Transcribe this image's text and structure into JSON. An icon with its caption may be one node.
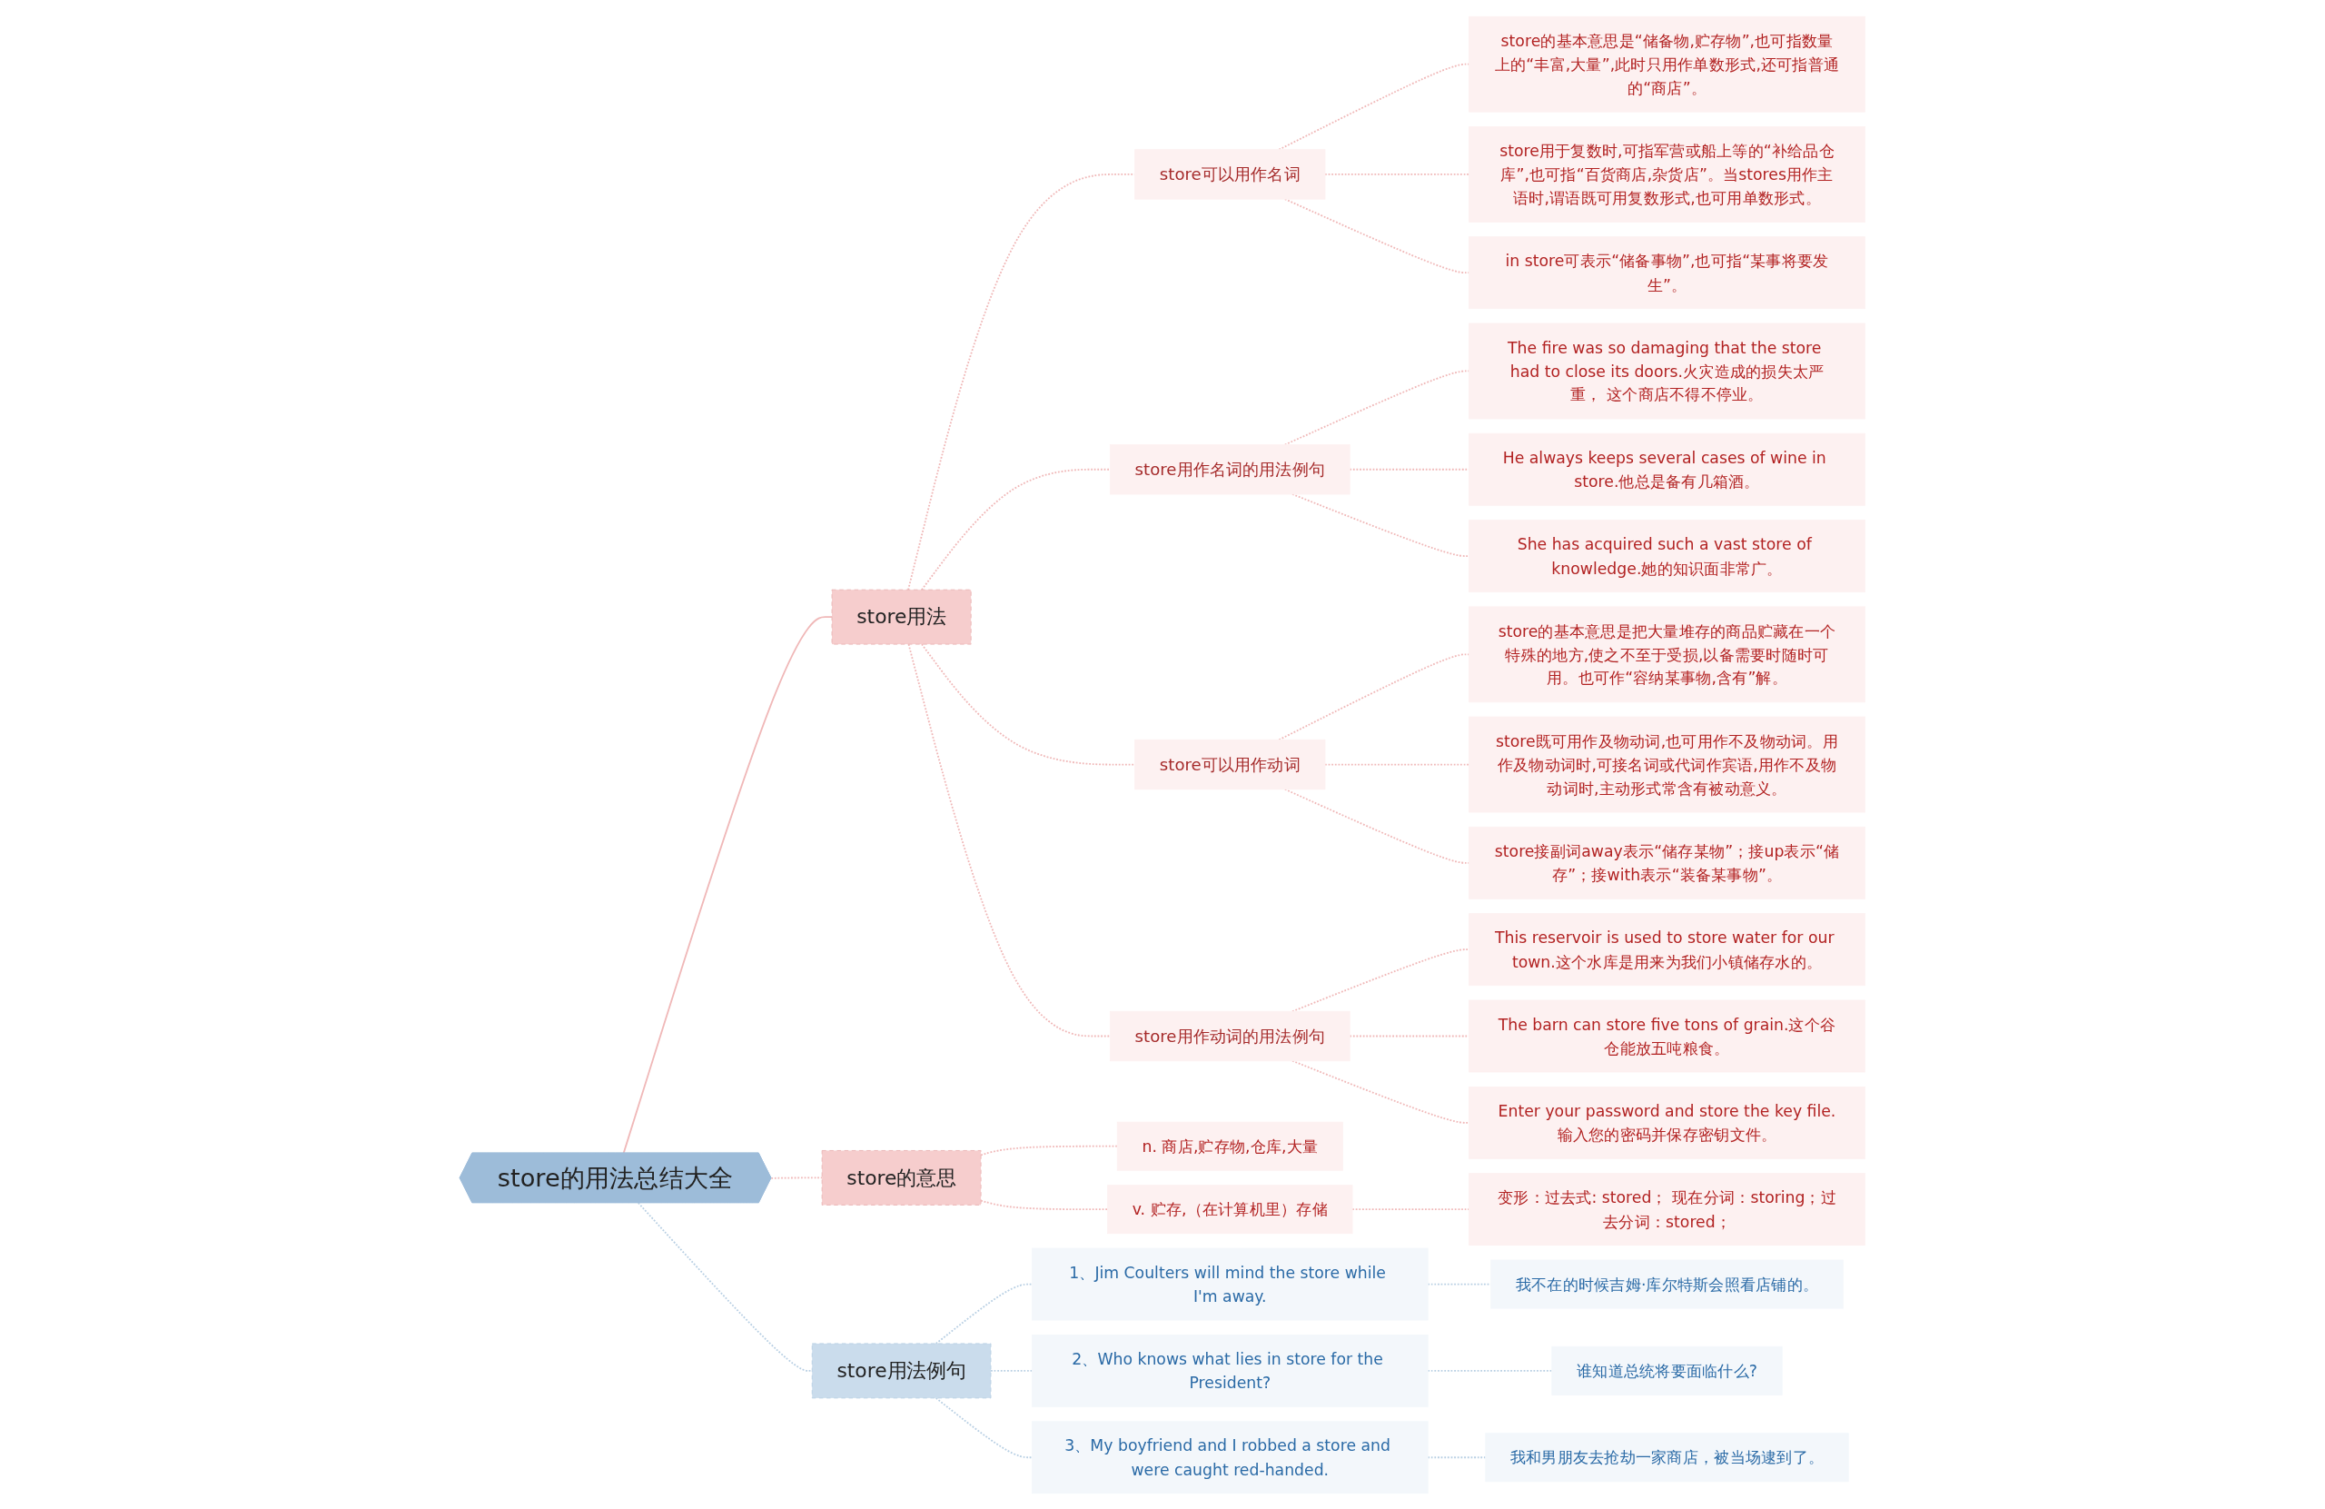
{
  "diagram": {
    "nodes": [
      {
        "text": [
          "store的用法总结大全"
        ]
      },
      {
        "text": [
          "store用法"
        ]
      },
      {
        "text": [
          "store可以用作名词"
        ]
      },
      {
        "text": [
          "store的基本意思是“储备物,贮存物”,也可指数量上的“丰富,大量”,此时只用作单数形式,还可指普通的“商店”。"
        ]
      },
      {
        "text": [
          "store用于复数时,可指军营或船上等的“补给品仓库”,也可指“百货商店,杂货店”。当stores用作主语时,谓语既可用复数形式,也可用单数形式。"
        ]
      },
      {
        "text": [
          "in store可表示“储备事物”,也可指“某事将要发生”。"
        ]
      },
      {
        "text": [
          "store用作名词的用法例句"
        ]
      },
      {
        "text": [
          "The fire was so damaging that the store had to close its doors.火灾造成的损失太严重， 这个商店不得不停业。"
        ]
      },
      {
        "text": [
          "He always keeps several cases of wine in store.他总是备有几箱酒。"
        ]
      },
      {
        "text": [
          "She has acquired such a vast store of knowledge.她的知识面非常广。"
        ]
      },
      {
        "text": [
          "store可以用作动词"
        ]
      },
      {
        "text": [
          "store的基本意思是把大量堆存的商品贮藏在一个特殊的地方,使之不至于受损,以备需要时随时可用。也可作“容纳某事物,含有”解。"
        ]
      },
      {
        "text": [
          "store既可用作及物动词,也可用作不及物动词。用作及物动词时,可接名词或代词作宾语,用作不及物动词时,主动形式常含有被动意义。"
        ]
      },
      {
        "text": [
          "store接副词away表示“储存某物”；接up表示“储存”；接with表示“装备某事物”。"
        ]
      },
      {
        "text": [
          "store用作动词的用法例句"
        ]
      },
      {
        "text": [
          "This reservoir is used to store water for our town.这个水库是用来为我们小镇储存水的。"
        ]
      },
      {
        "text": [
          "The barn can store five tons of grain.这个谷仓能放五吨粮食。"
        ]
      },
      {
        "text": [
          "Enter your password and store the key file.输入您的密码并保存密钥文件。"
        ]
      },
      {
        "text": [
          "store的意思"
        ]
      },
      {
        "text": [
          "n. 商店,贮存物,仓库,大量"
        ]
      },
      {
        "text": [
          "v. 贮存,（在计算机里）存储"
        ]
      },
      {
        "text": [
          "变形：过去式: stored； 现在分词：storing；过去分词：stored；"
        ]
      },
      {
        "text": [
          "store用法例句"
        ]
      },
      {
        "text": [
          "1、Jim Coulters will mind the store while I'm away."
        ]
      },
      {
        "text": [
          "我不在的时候吉姆·库尔特斯会照看店铺的。"
        ]
      },
      {
        "text": [
          "2、Who knows what lies in store for the President?"
        ]
      },
      {
        "text": [
          "谁知道总统将要面临什么?"
        ]
      },
      {
        "text": [
          "3、My boyfriend and I robbed a store and were caught red-handed."
        ]
      },
      {
        "text": [
          "我和男朋友去抢劫一家商店，被当场逮到了。"
        ]
      }
    ],
    "edges": [
      {
        "from": 0,
        "to": 1,
        "arrow": "none"
      },
      {
        "from": 1,
        "to": 2,
        "arrow": "none",
        "style": "dashed"
      },
      {
        "from": 2,
        "to": 3,
        "arrow": "none",
        "style": "dashed"
      },
      {
        "from": 2,
        "to": 4,
        "arrow": "none",
        "style": "dashed"
      },
      {
        "from": 2,
        "to": 5,
        "arrow": "none",
        "style": "dashed"
      },
      {
        "from": 1,
        "to": 6,
        "arrow": "none",
        "style": "dashed"
      },
      {
        "from": 6,
        "to": 7,
        "arrow": "none",
        "style": "dashed"
      },
      {
        "from": 6,
        "to": 8,
        "arrow": "none",
        "style": "dashed"
      },
      {
        "from": 6,
        "to": 9,
        "arrow": "none",
        "style": "dashed"
      },
      {
        "from": 1,
        "to": 10,
        "arrow": "none",
        "style": "dashed"
      },
      {
        "from": 10,
        "to": 11,
        "arrow": "none",
        "style": "dashed"
      },
      {
        "from": 10,
        "to": 12,
        "arrow": "none",
        "style": "dashed"
      },
      {
        "from": 10,
        "to": 13,
        "arrow": "none",
        "style": "dashed"
      },
      {
        "from": 1,
        "to": 14,
        "arrow": "none",
        "style": "dashed"
      },
      {
        "from": 14,
        "to": 15,
        "arrow": "none",
        "style": "dashed"
      },
      {
        "from": 14,
        "to": 16,
        "arrow": "none",
        "style": "dashed"
      },
      {
        "from": 14,
        "to": 17,
        "arrow": "none",
        "style": "dashed"
      },
      {
        "from": 0,
        "to": 18,
        "arrow": "none",
        "style": "dashed"
      },
      {
        "from": 18,
        "to": 19,
        "arrow": "none",
        "style": "dashed"
      },
      {
        "from": 18,
        "to": 20,
        "arrow": "none",
        "style": "dashed"
      },
      {
        "from": 20,
        "to": 21,
        "arrow": "none",
        "style": "dashed"
      },
      {
        "from": 0,
        "to": 22,
        "arrow": "none",
        "style": "dashed",
        "color": "#b8cfe3"
      },
      {
        "from": 22,
        "to": 23,
        "arrow": "none",
        "style": "dashed",
        "color": "#b8cfe3"
      },
      {
        "from": 23,
        "to": 24,
        "arrow": "none",
        "style": "dashed",
        "color": "#b8cfe3"
      },
      {
        "from": 22,
        "to": 25,
        "arrow": "none",
        "style": "dashed",
        "color": "#b8cfe3"
      },
      {
        "from": 25,
        "to": 26,
        "arrow": "none",
        "style": "dashed",
        "color": "#b8cfe3"
      },
      {
        "from": 22,
        "to": 27,
        "arrow": "none",
        "style": "dashed",
        "color": "#b8cfe3"
      },
      {
        "from": 27,
        "to": 28,
        "arrow": "none",
        "style": "dashed",
        "color": "#b8cfe3"
      }
    ]
  }
}
